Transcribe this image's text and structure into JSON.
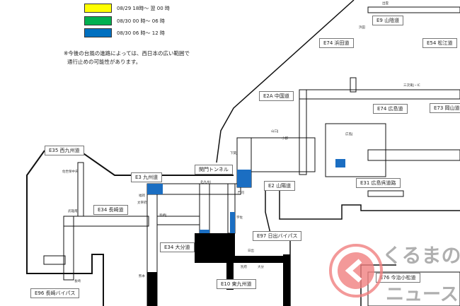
{
  "legend": [
    {
      "label": "08/29 18時～ 翌 00 時",
      "color": "#ffff00"
    },
    {
      "label": "08/30 00 時～ 06 時",
      "color": "#00b050"
    },
    {
      "label": "08/30 06 時～ 12 時",
      "color": "#0070c0"
    }
  ],
  "note": [
    "※今後の台風の進路によっては、西日本の広い範囲で",
    "通行止めの可能性があります。"
  ],
  "roads": {
    "e35": "E35 西九州道",
    "e3": "E3 九州道",
    "kanmon": "関門トンネル",
    "e34n": "E34 長崎道",
    "e34o": "E34 大分道",
    "e96": "E96 長崎バイパス",
    "e10": "E10 東九州道",
    "e97": "E97 日出バイパス",
    "e2": "E2 山陽道",
    "e2a": "E2A 中国道",
    "e74h": "E74 浜田道",
    "e74hi": "E74 広島道",
    "e9": "E9 山陰道",
    "e54": "E54 松江道",
    "e73": "E73 岡山道",
    "e31": "E31 広島呉道路",
    "e76": "E76 今治小松道"
  },
  "stations": {
    "sasebo": "佐世保中央",
    "takeo": "武雄南",
    "tosu": "鳥栖J",
    "fukuoka": "福岡",
    "dazaifu": "太宰府",
    "kitakyushu": "北九州J",
    "moji": "門司",
    "shimonoseki": "下関J",
    "yamaguchi": "山口J",
    "hiroshima": "広島J",
    "hamada": "浜田",
    "miyoshi": "三次東J・IC",
    "nagasaki": "長崎",
    "kumamoto": "熊本",
    "oita": "大分",
    "hiji": "日出",
    "beppu": "別府",
    "usa": "宇佐",
    "ogori": "小郡",
    "izumo": "出雲"
  },
  "watermark": {
    "text1": "くるまの",
    "text2": "ニュース",
    "color": "#f08080"
  }
}
